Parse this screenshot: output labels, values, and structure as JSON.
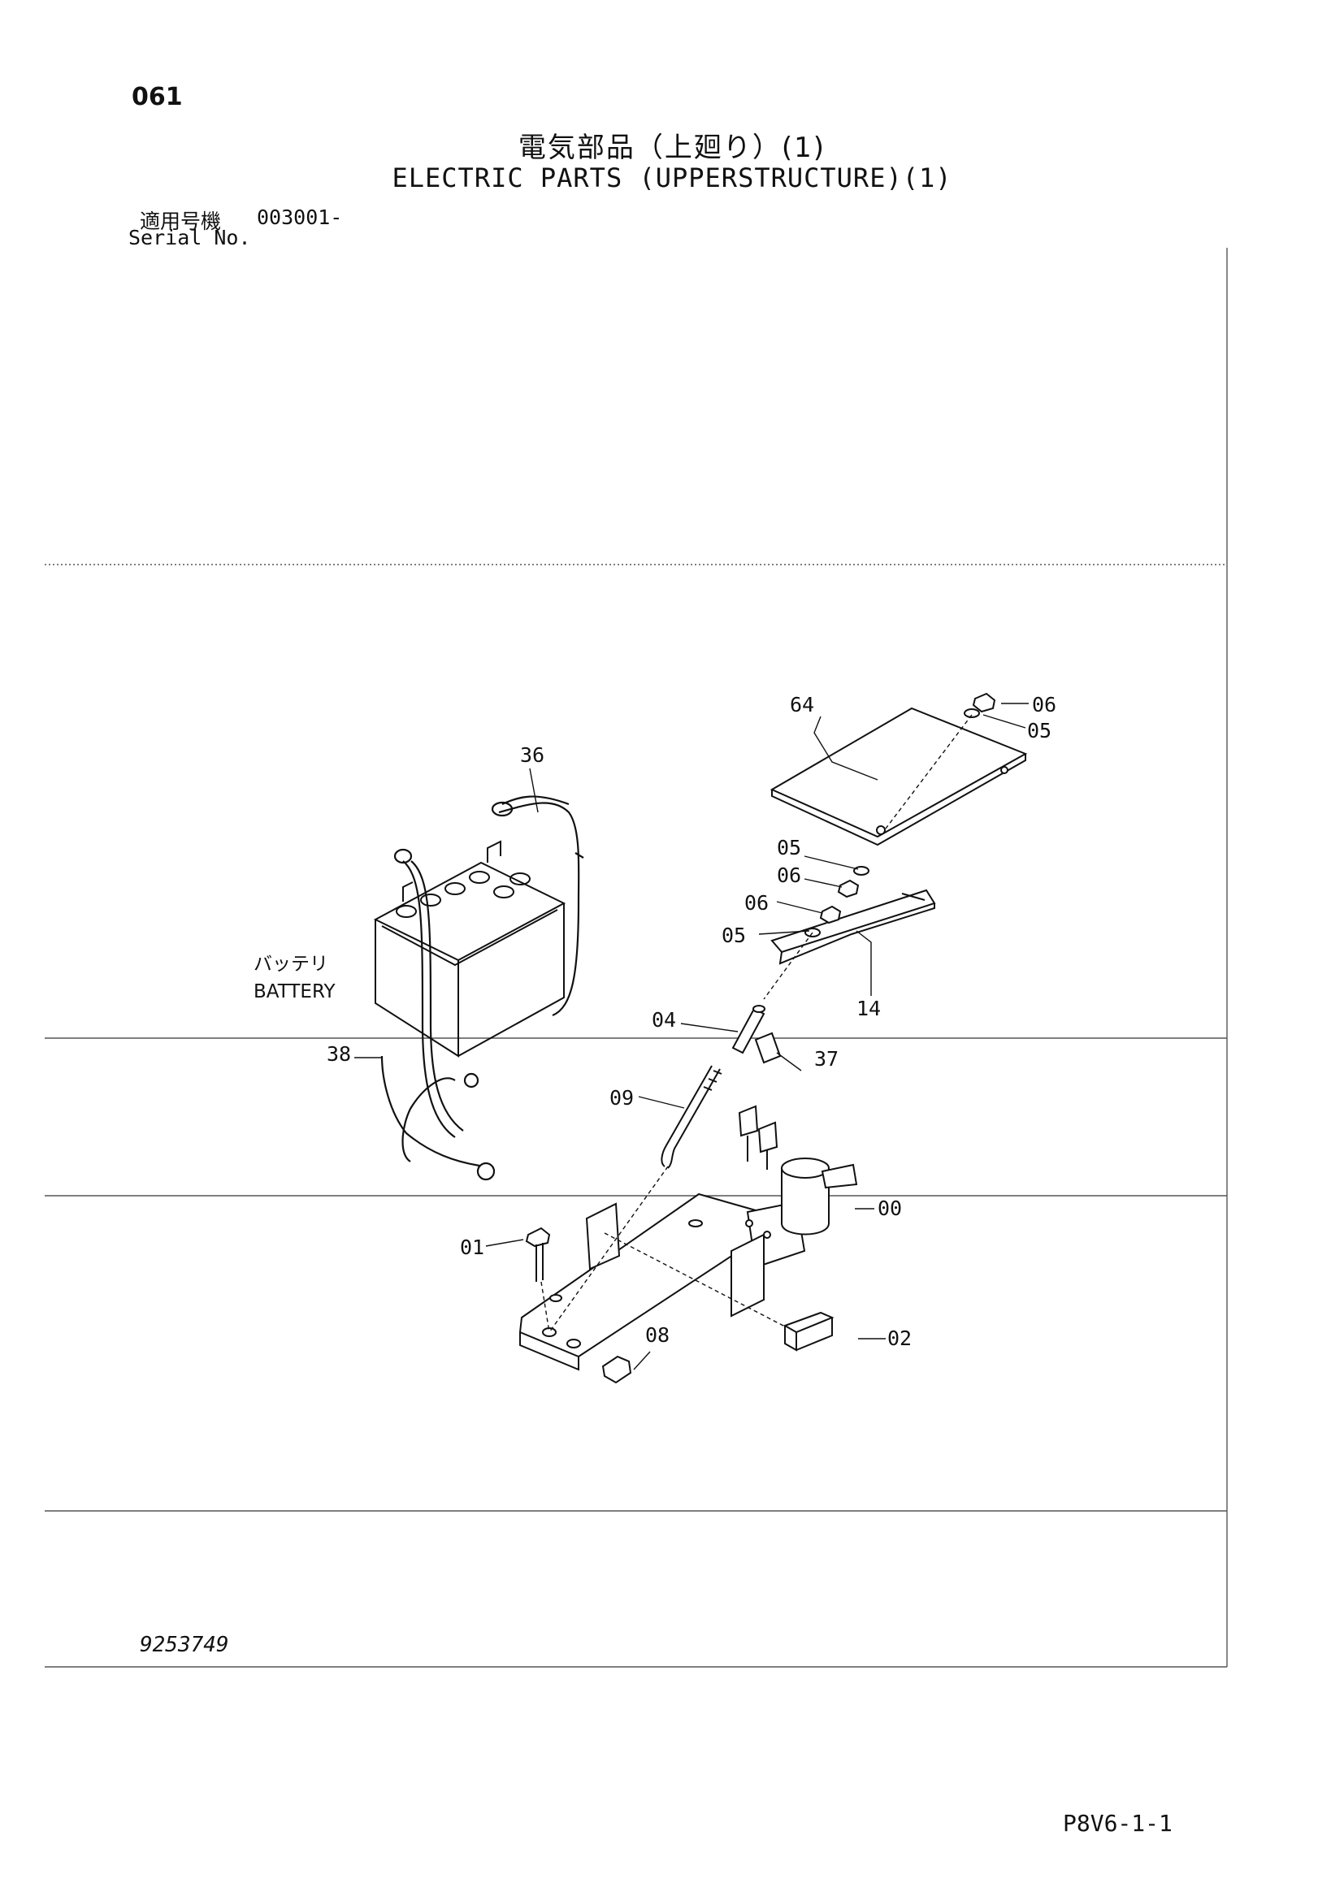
{
  "page_number": "061",
  "title_jp": "電気部品（上廻り）(1)",
  "title_en": "ELECTRIC PARTS (UPPERSTRUCTURE)(1)",
  "serial": {
    "label_jp": "適用号機",
    "value": "003001-",
    "label_en": "Serial No."
  },
  "battery_label": {
    "jp": "バッテリ",
    "en": "BATTERY"
  },
  "callouts": {
    "c00": "00",
    "c01": "01",
    "c02": "02",
    "c04": "04",
    "c05a": "05",
    "c05b": "05",
    "c05c": "05",
    "c06a": "06",
    "c06b": "06",
    "c06c": "06",
    "c08": "08",
    "c09": "09",
    "c14": "14",
    "c36": "36",
    "c37": "37",
    "c38": "38",
    "c64": "64"
  },
  "figure_number": "9253749",
  "page_code": "P8V6-1-1"
}
